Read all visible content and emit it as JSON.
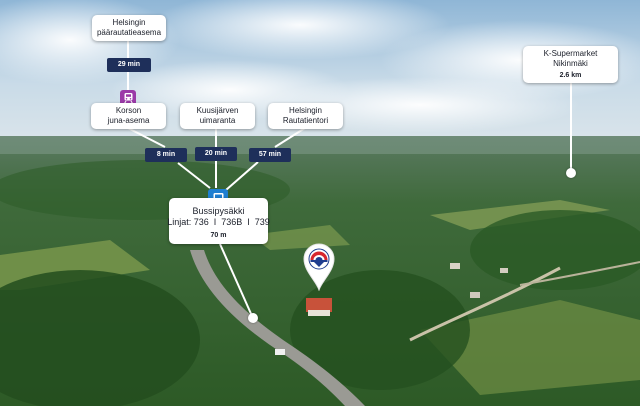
{
  "colors": {
    "pill_bg": "#1e2f5a",
    "train_icon": "#9b3aa8",
    "bus_icon": "#1f7fd1",
    "pin_red": "#d7262e",
    "pin_blue": "#1f3d8f"
  },
  "destinations": {
    "helsinki_central": {
      "name": "Helsingin päärautatieasema",
      "name_line1": "Helsingin",
      "name_line2": "päärautatieasema",
      "time": "29 min"
    },
    "korso_station": {
      "name_line1": "Korson",
      "name_line2": "juna-asema"
    },
    "kuusijarvi": {
      "name_line1": "Kuusijärven",
      "name_line2": "uimaranta",
      "time": "20 min"
    },
    "rautatientori": {
      "name_line1": "Helsingin",
      "name_line2": "Rautatientori",
      "time": "57 min"
    },
    "korso_time": "8 min",
    "supermarket": {
      "name_line1": "K-Supermarket",
      "name_line2": "Nikinmäki",
      "distance": "2.6 km"
    }
  },
  "bus_stop": {
    "name": "Bussipysäkki",
    "lines": "Linjat: 736  I  736B  I  739",
    "distance": "70 m"
  },
  "icons": {
    "train": "train-icon",
    "bus": "bus-icon",
    "property_pin": "house-pin-icon"
  }
}
